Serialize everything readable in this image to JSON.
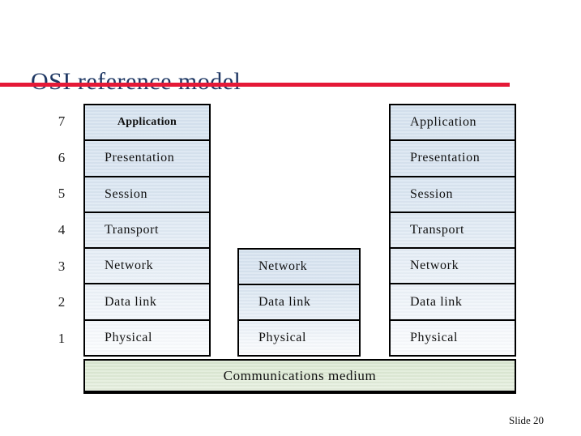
{
  "slide": {
    "title": "OSI reference model",
    "slide_number": "Slide 20",
    "accent_rule_color": "#e51937",
    "title_color": "#1f3864",
    "background_color": "#ffffff"
  },
  "diagram": {
    "layer_numbers": [
      "7",
      "6",
      "5",
      "4",
      "3",
      "2",
      "1"
    ],
    "left_stack": {
      "layers": [
        "Application",
        "Presentation",
        "Session",
        "Transport",
        "Network",
        "Data link",
        "Physical"
      ]
    },
    "middle_stack": {
      "layers": [
        "Network",
        "Data link",
        "Physical"
      ]
    },
    "right_stack": {
      "layers": [
        "Application",
        "Presentation",
        "Session",
        "Transport",
        "Network",
        "Data link",
        "Physical"
      ]
    },
    "medium_label": "Communications medium",
    "box_fill_top_color": "#d5e2ef",
    "box_fill_bottom_color": "#fbfcfe",
    "medium_fill_color": "#dfebd7",
    "border_color": "#000000"
  }
}
